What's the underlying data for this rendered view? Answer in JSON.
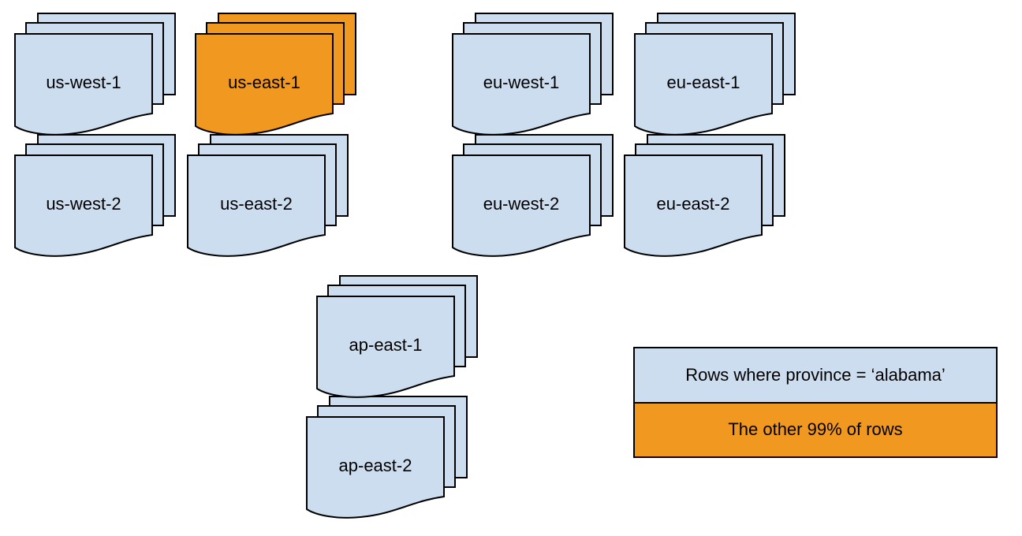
{
  "colors": {
    "document_blue": "#cdddf0",
    "highlight_orange": "#f0981f",
    "outline": "#000000",
    "text": "#000000"
  },
  "stacks": [
    {
      "id": "us-west-1",
      "label": "us-west-1",
      "color": "#cdddf0"
    },
    {
      "id": "us-east-1",
      "label": "us-east-1",
      "color": "#f0981f"
    },
    {
      "id": "eu-west-1",
      "label": "eu-west-1",
      "color": "#cdddf0"
    },
    {
      "id": "eu-east-1",
      "label": "eu-east-1",
      "color": "#cdddf0"
    },
    {
      "id": "us-west-2",
      "label": "us-west-2",
      "color": "#cdddf0"
    },
    {
      "id": "us-east-2",
      "label": "us-east-2",
      "color": "#cdddf0"
    },
    {
      "id": "eu-west-2",
      "label": "eu-west-2",
      "color": "#cdddf0"
    },
    {
      "id": "eu-east-2",
      "label": "eu-east-2",
      "color": "#cdddf0"
    },
    {
      "id": "ap-east-1",
      "label": "ap-east-1",
      "color": "#cdddf0"
    },
    {
      "id": "ap-east-2",
      "label": "ap-east-2",
      "color": "#cdddf0"
    }
  ],
  "legend": {
    "items": [
      {
        "label": "Rows where province = ‘alabama’",
        "color": "#cdddf0"
      },
      {
        "label": "The other 99% of rows",
        "color": "#f0981f"
      }
    ]
  }
}
